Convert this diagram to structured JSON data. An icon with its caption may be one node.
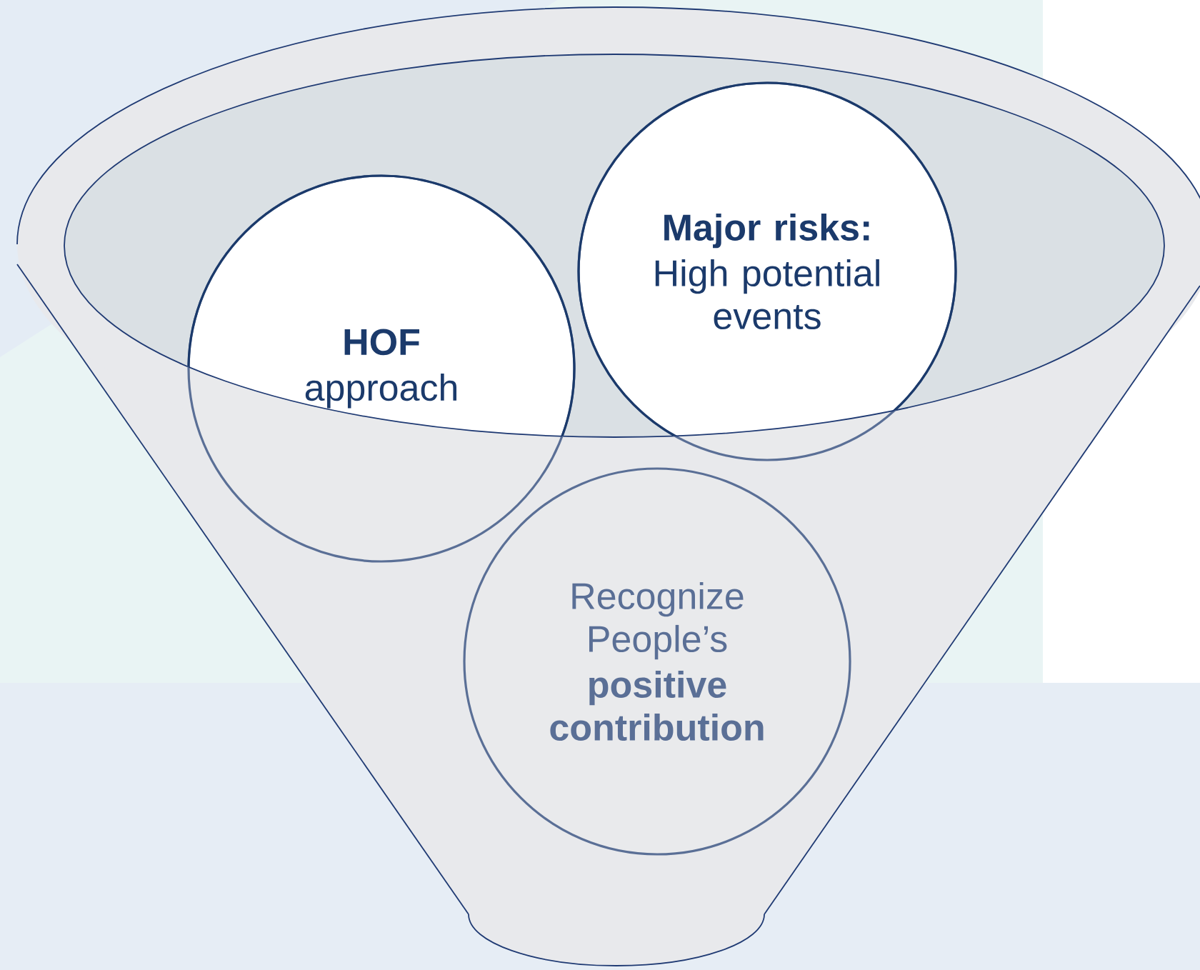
{
  "diagram": {
    "nodes": [
      {
        "text": [
          "HOF",
          "approach"
        ]
      },
      {
        "text": [
          "Major risks:",
          "High potential events"
        ]
      },
      {
        "text": [
          "Recognize People’s",
          "positive contribution"
        ]
      }
    ]
  }
}
